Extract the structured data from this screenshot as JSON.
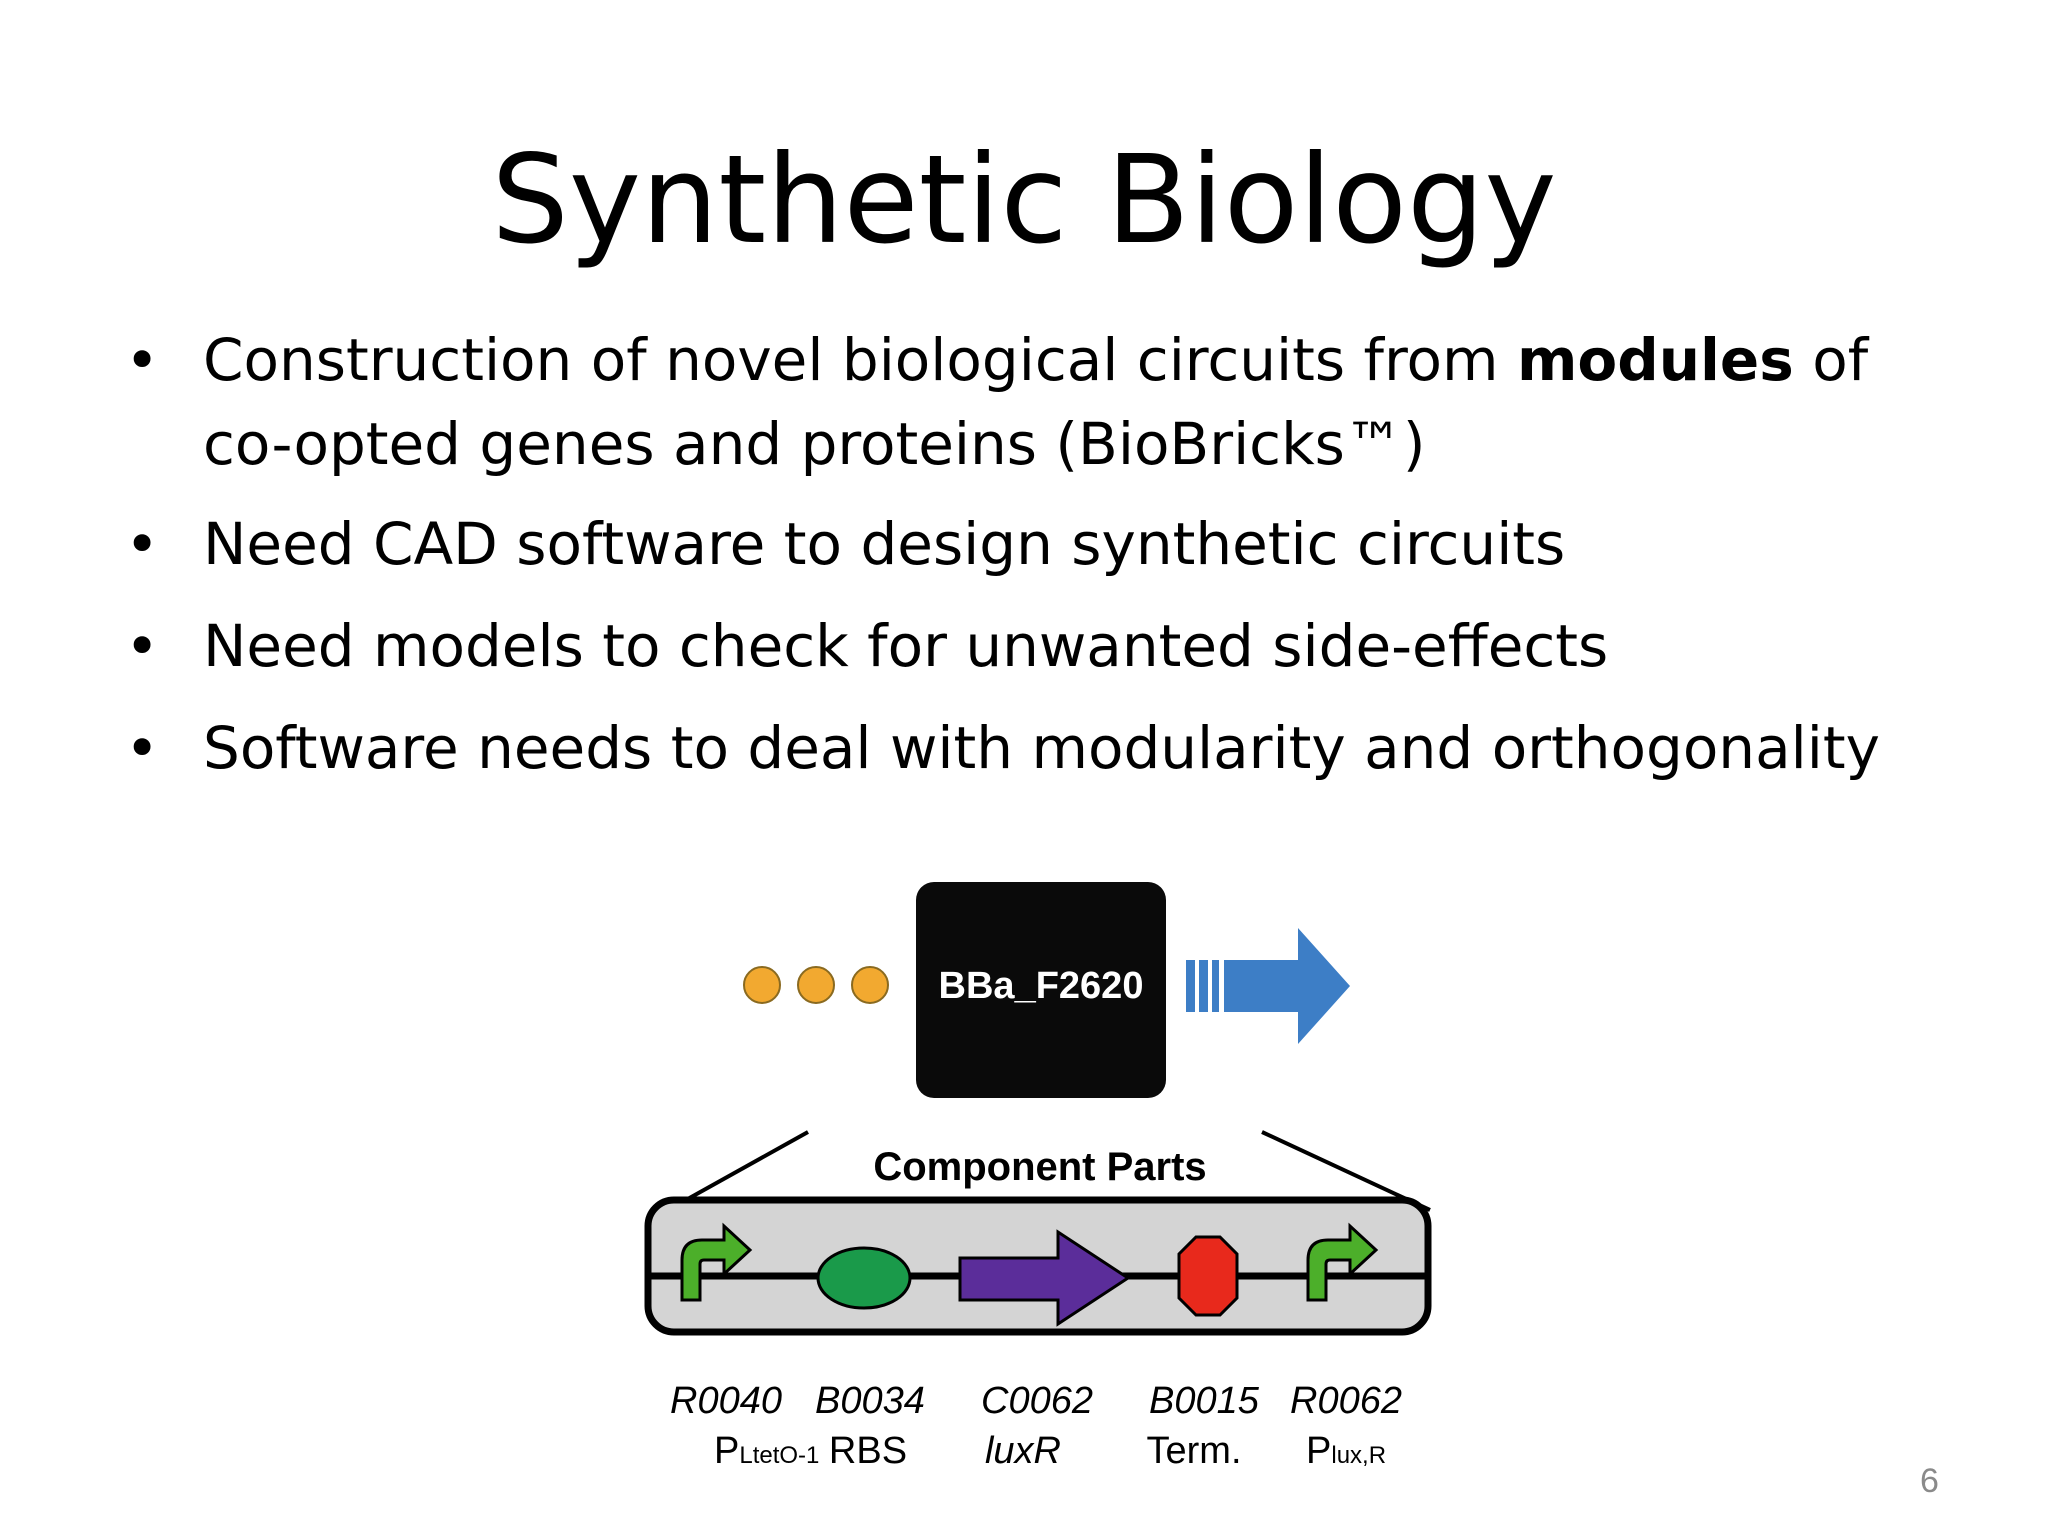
{
  "slide": {
    "title": "Synthetic Biology",
    "page_number": "6"
  },
  "bullets": [
    {
      "before": "Construction of novel biological circuits from ",
      "bold": "modules",
      "after": " of co-opted genes and proteins (BioBricks™)"
    },
    {
      "text": "Need CAD software to design synthetic circuits"
    },
    {
      "text": "Need models to check for unwanted side-effects"
    },
    {
      "text": "Software needs to deal with modularity and orthogonality"
    }
  ],
  "bullet_glyph": "•",
  "figure": {
    "device_label": "BBa_F2620",
    "section_label": "Component Parts",
    "parts": [
      {
        "id": "R0040",
        "name_main": "P",
        "name_sub": "LtetO-1",
        "italic_name": false,
        "icon": "promoter-arrow-icon",
        "color": "#4caf2a"
      },
      {
        "id": "B0034",
        "name_main": "RBS",
        "name_sub": "",
        "italic_name": false,
        "icon": "rbs-oval-icon",
        "color": "#1a9a4a"
      },
      {
        "id": "C0062",
        "name_main": "luxR",
        "name_sub": "",
        "italic_name": true,
        "icon": "coding-sequence-arrow-icon",
        "color": "#5b2d9a"
      },
      {
        "id": "B0015",
        "name_main": "Term.",
        "name_sub": "",
        "italic_name": false,
        "icon": "terminator-octagon-icon",
        "color": "#e8291c"
      },
      {
        "id": "R0062",
        "name_main": "P",
        "name_sub": "lux,R",
        "italic_name": false,
        "icon": "promoter-arrow-icon",
        "color": "#4caf2a"
      }
    ],
    "colors": {
      "dots": "#f2a930",
      "device_box": "#0a0a0a",
      "output_arrow": "#3d7ec6",
      "parts_panel": "#d4d4d4"
    }
  }
}
